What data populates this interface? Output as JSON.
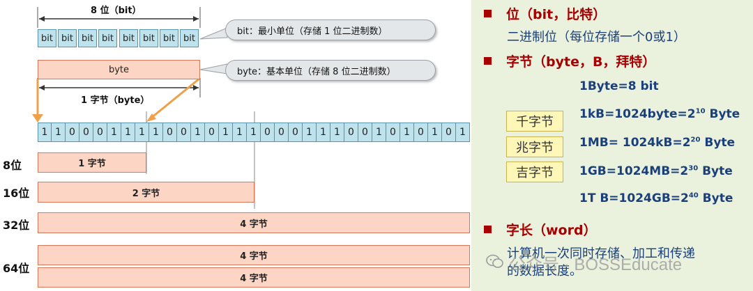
{
  "diagram": {
    "top_label": "8 位（bit）",
    "bit_cells": [
      "bit",
      "bit",
      "bit",
      "bit",
      "bit",
      "bit",
      "bit",
      "bit"
    ],
    "bit_callout": "bit：最小单位（存储 1 位二进制数）",
    "byte_bar": "byte",
    "byte_callout": "byte：基本单位（存储 8 位二进制数）",
    "byte_dim_label": "1 字节（byte）",
    "bit_sequence": [
      "1",
      "1",
      "0",
      "0",
      "0",
      "1",
      "1",
      "1",
      "1",
      "0",
      "0",
      "1",
      "0",
      "1",
      "1",
      "1",
      "0",
      "0",
      "0",
      "1",
      "1",
      "1",
      "0",
      "0",
      "1",
      "0",
      "1",
      "0",
      "1",
      "0",
      "1"
    ],
    "rows": [
      {
        "label": "8位",
        "bars": [
          "1 字节"
        ]
      },
      {
        "label": "16位",
        "bars": [
          "2 字节"
        ]
      },
      {
        "label": "32位",
        "bars": [
          "4 字节"
        ]
      },
      {
        "label": "64位",
        "bars": [
          "4 字节",
          "4 字节"
        ]
      }
    ]
  },
  "panel": {
    "bit_title": "位（bit，比特）",
    "bit_desc": "二进制位（每位存储一个0或1）",
    "byte_title": "字节（byte，B，拜特）",
    "byte_formula": "1Byte=8 bit",
    "units": [
      {
        "name": "千字节",
        "lhs": "1kB=1024byte=2",
        "exp": "10",
        "unit": " Byte"
      },
      {
        "name": "兆字节",
        "lhs": "1MB= 1024kB=2",
        "exp": "20",
        "unit": " Byte"
      },
      {
        "name": "吉字节",
        "lhs": "1GB=1024MB=2",
        "exp": "30",
        "unit": " Byte"
      }
    ],
    "tb_formula": {
      "lhs": "1T B=1024GB=2",
      "exp": "40",
      "unit": " Byte"
    },
    "word_title": "字长（word）",
    "word_desc_1": "计算机一次同时存储、加工和传递",
    "word_desc_2": "的数据长度。",
    "watermark": "公众号 · BOSSEducate"
  },
  "colors": {
    "bit_fill": "#bfe3ec",
    "byte_fill": "#fcd5c4",
    "panel_bg": "#eaf2dd",
    "title_red": "#a80000",
    "text_blue": "#1a3f7a",
    "arrow_orange": "#f0a04b"
  }
}
